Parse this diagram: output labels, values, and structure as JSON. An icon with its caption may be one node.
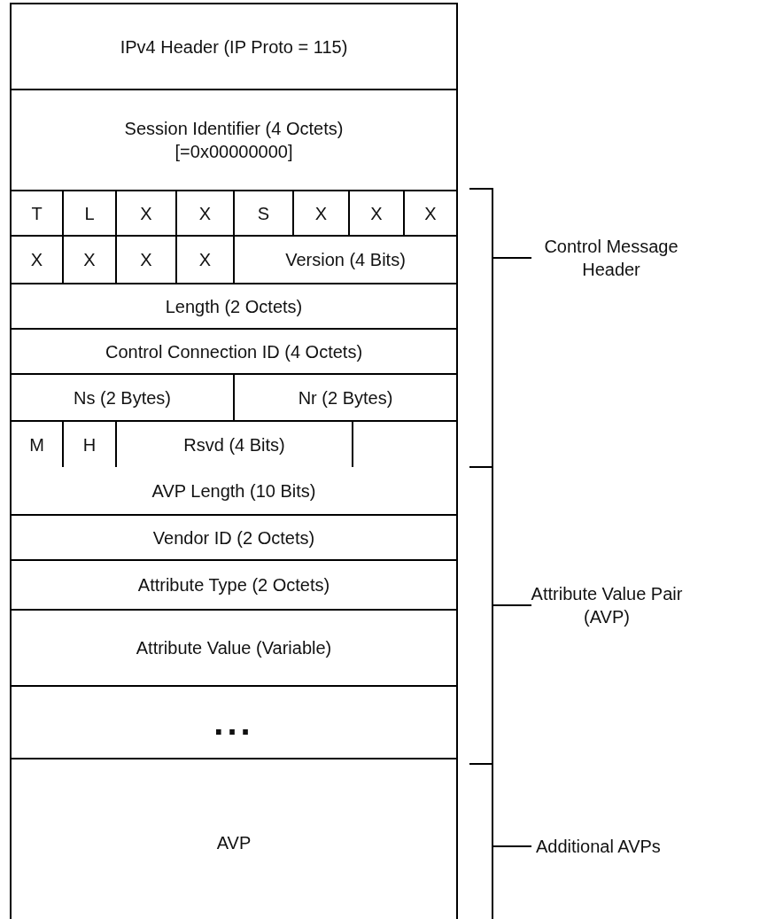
{
  "diagram": {
    "nodes": [
      {
        "text": [
          "IPv4 Header (IP Proto = 115)"
        ]
      },
      {
        "text": [
          "Session Identifier (4 Octets) [=0x00000000]"
        ]
      },
      {
        "text": [
          "T"
        ]
      },
      {
        "text": [
          "L"
        ]
      },
      {
        "text": [
          "X"
        ]
      },
      {
        "text": [
          "X"
        ]
      },
      {
        "text": [
          "S"
        ]
      },
      {
        "text": [
          "X"
        ]
      },
      {
        "text": [
          "X"
        ]
      },
      {
        "text": [
          "X"
        ]
      },
      {
        "text": [
          "X"
        ]
      },
      {
        "text": [
          "X"
        ]
      },
      {
        "text": [
          "X"
        ]
      },
      {
        "text": [
          "X"
        ]
      },
      {
        "text": [
          "Version (4 Bits)"
        ]
      },
      {
        "text": [
          "Length (2 Octets)"
        ]
      },
      {
        "text": [
          "Control Connection ID (4 Octets)"
        ]
      },
      {
        "text": [
          "Ns (2 Bytes)"
        ]
      },
      {
        "text": [
          "Nr (2 Bytes)"
        ]
      },
      {
        "text": [
          "M"
        ]
      },
      {
        "text": [
          "H"
        ]
      },
      {
        "text": [
          "Rsvd (4 Bits)"
        ]
      },
      {
        "text": [
          "AVP Length (10 Bits)"
        ]
      },
      {
        "text": [
          "Vendor ID (2 Octets)"
        ]
      },
      {
        "text": [
          "Attribute Type (2 Octets)"
        ]
      },
      {
        "text": [
          "Attribute Value (Variable)"
        ]
      },
      {
        "text": [
          "..."
        ]
      },
      {
        "text": [
          "AVP"
        ]
      }
    ],
    "labels": [
      "Control Message Header",
      "Attribute Value Pair (AVP)",
      "Additional AVPs"
    ]
  }
}
